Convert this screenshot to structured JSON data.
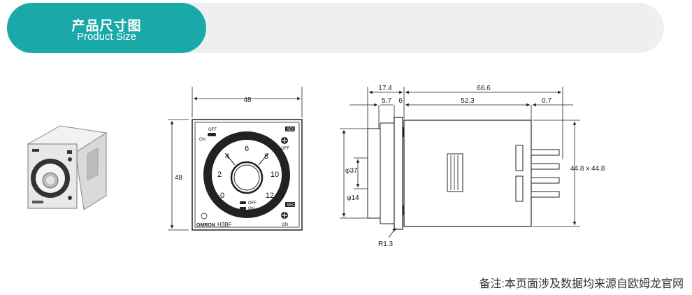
{
  "header": {
    "title_cn": "产品尺寸图",
    "title_en": "Product Size",
    "accent_color": "#1aa9a9"
  },
  "front_view": {
    "width_dim": "48",
    "height_dim": "48",
    "dial_numbers": [
      "0",
      "2",
      "4",
      "6",
      "8",
      "10",
      "12"
    ],
    "off_label": "OFF",
    "on_label": "ON",
    "sec_label": "SEC",
    "brand": "OMRON",
    "model": "H3BF"
  },
  "side_view": {
    "dims_top": [
      "17.4",
      "66.6"
    ],
    "dims_second": [
      "5.7",
      "6",
      "52.3",
      "0.7"
    ],
    "phi37": "φ37",
    "phi14": "φ14",
    "square": "44.8 x 44.8",
    "radius": "R1.3"
  },
  "footer": {
    "note": "备注:本页面涉及数据均来源自欧姆龙官网"
  }
}
